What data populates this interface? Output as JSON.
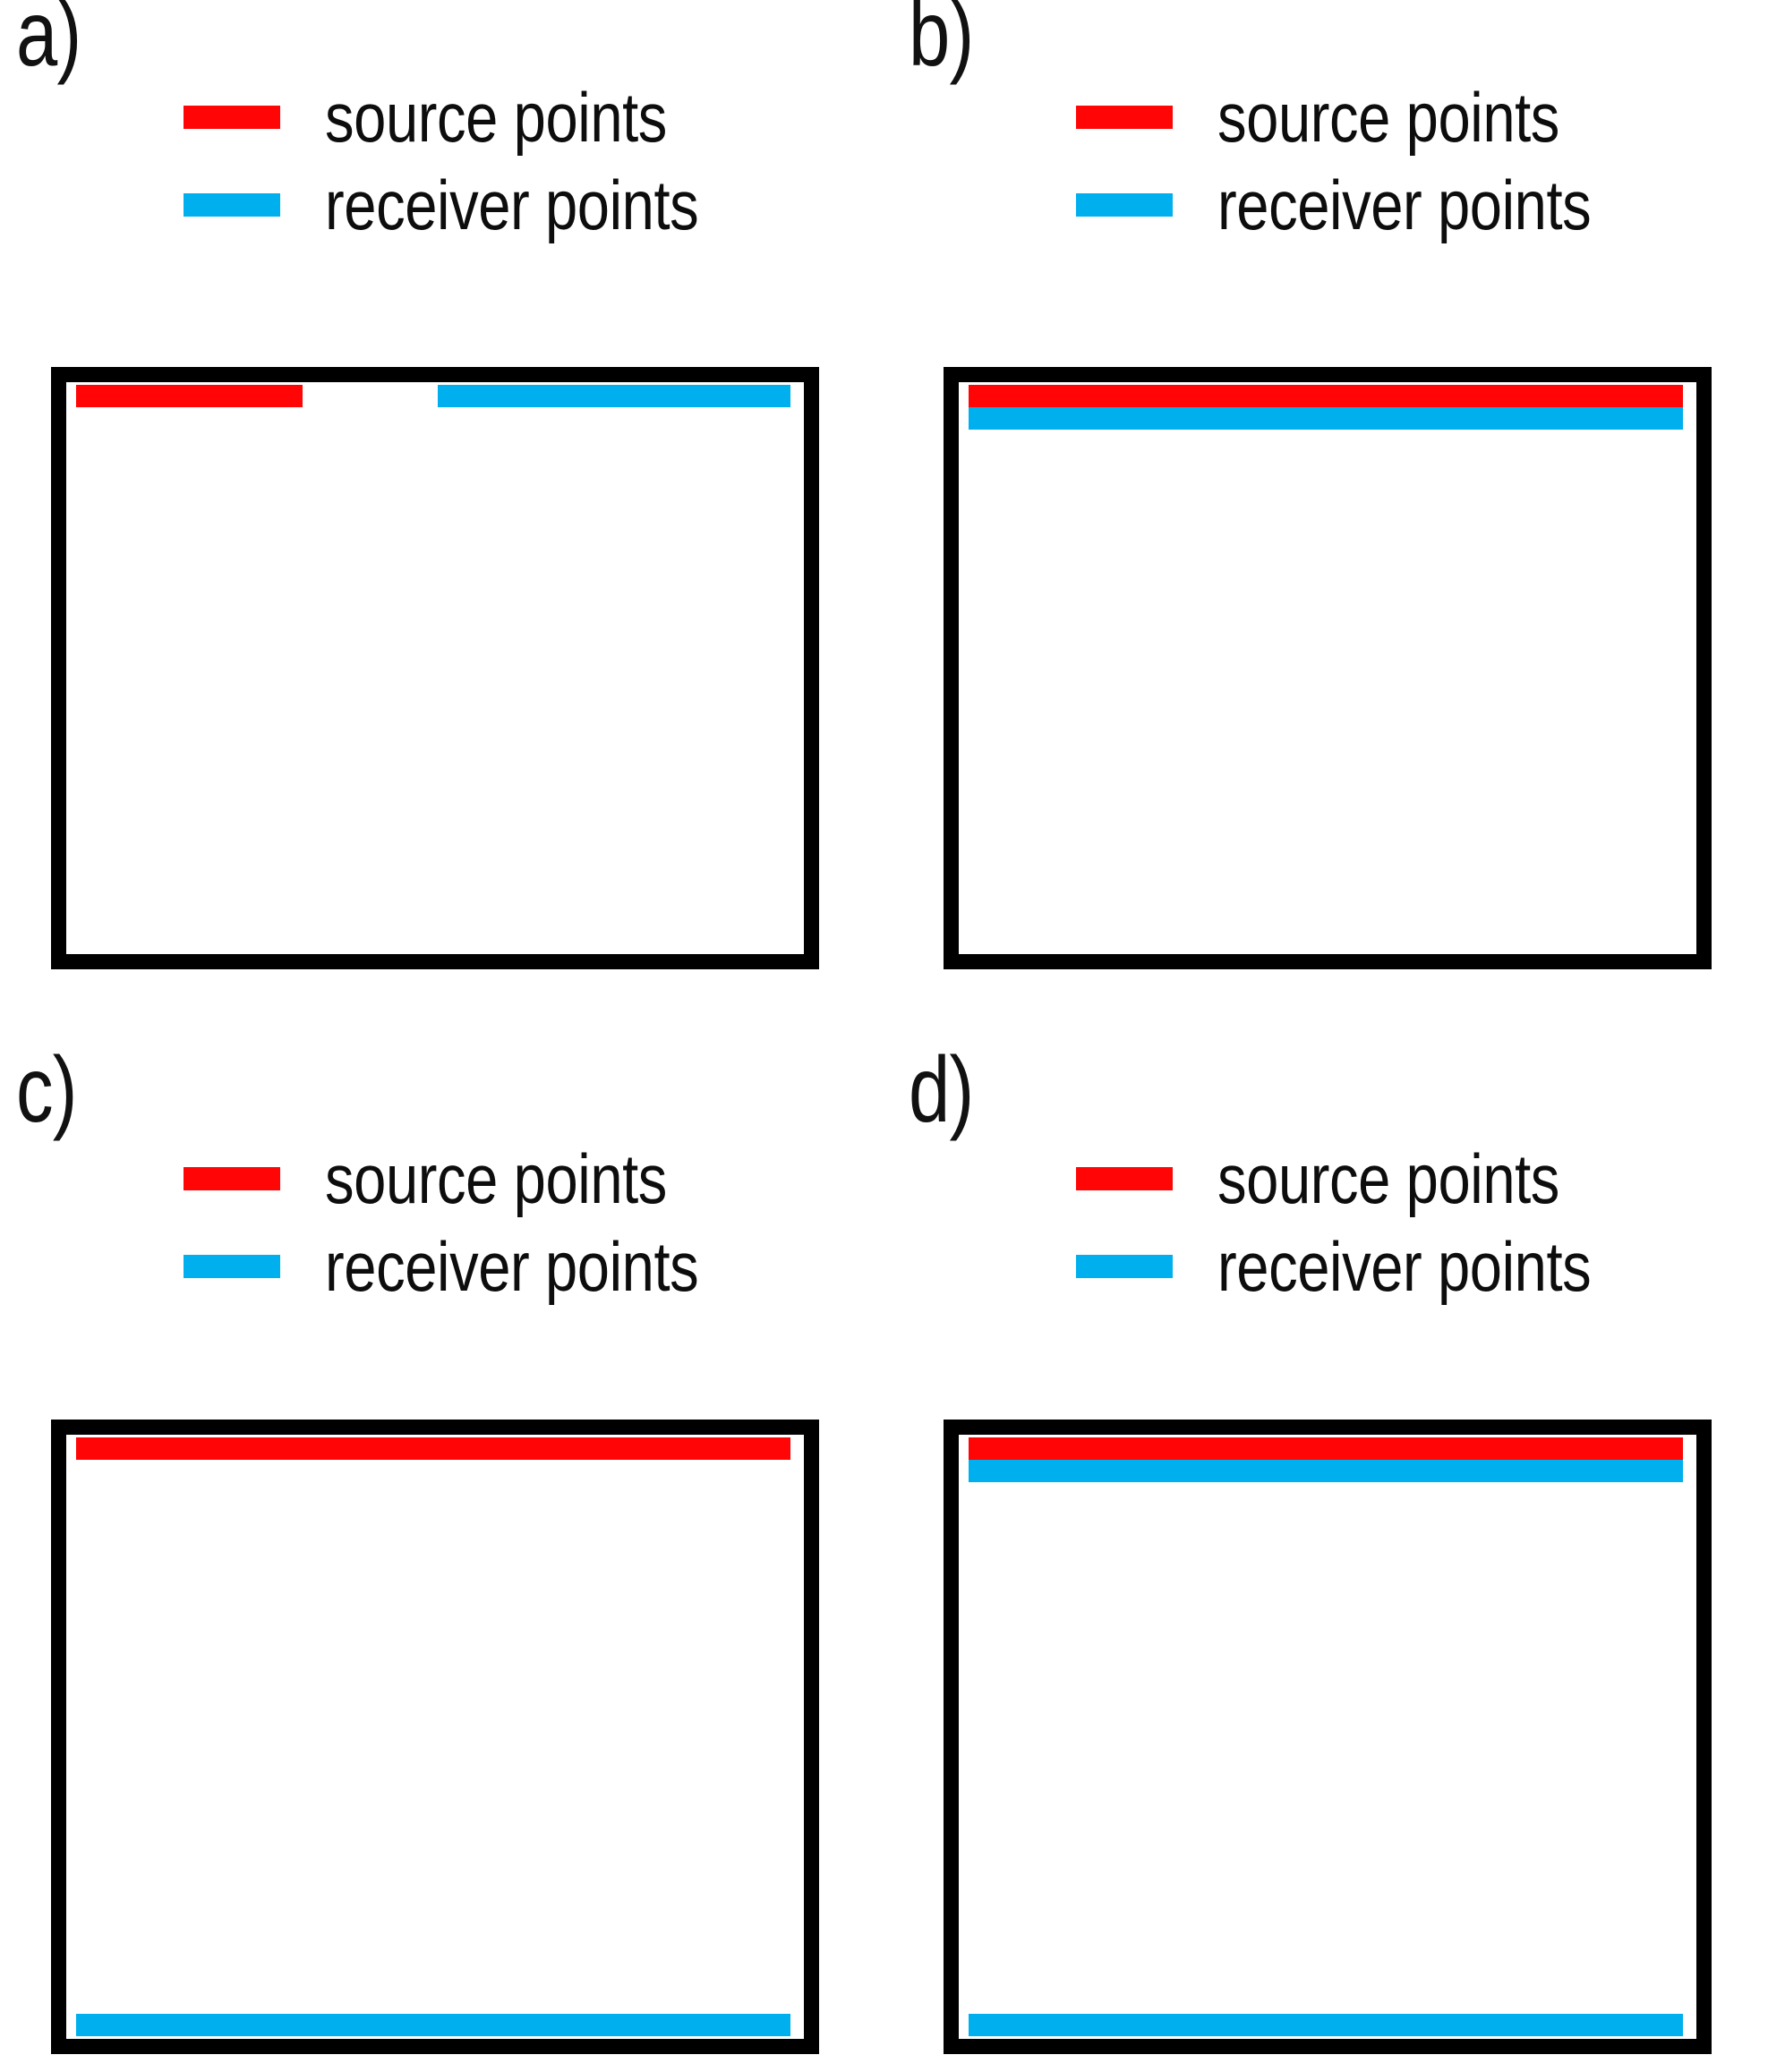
{
  "figure": {
    "background_color": "#ffffff",
    "panel_count": 4,
    "colors": {
      "source": "#ff0505",
      "receiver": "#00b0ee",
      "box_border": "#000000",
      "text": "#0d0d0d"
    }
  },
  "legend_labels": {
    "source": "source points",
    "receiver": "receiver points"
  },
  "panels": [
    {
      "id": "a",
      "label": "a)",
      "legend": {
        "source_label": "source points",
        "receiver_label": "receiver points"
      },
      "geometry": {
        "description": "split top surface: sources on left half, receivers on right half"
      }
    },
    {
      "id": "b",
      "label": "b)",
      "legend": {
        "source_label": "source points",
        "receiver_label": "receiver points"
      },
      "geometry": {
        "description": "full-width sources on top surface with full-width receivers immediately below"
      }
    },
    {
      "id": "c",
      "label": "c)",
      "legend": {
        "source_label": "source points",
        "receiver_label": "receiver points"
      },
      "geometry": {
        "description": "full-width sources on top surface, full-width receivers on bottom surface"
      }
    },
    {
      "id": "d",
      "label": "d)",
      "legend": {
        "source_label": "source points",
        "receiver_label": "receiver points"
      },
      "geometry": {
        "description": "full-width sources on top with receivers below, plus full-width receivers on bottom surface"
      }
    }
  ],
  "chart_data": {
    "type": "diagram",
    "title": "",
    "description": "Four seismic acquisition geometry sketches. Each panel shows a rectangular model domain with source points (red) and receiver points (blue) placed along its boundaries.",
    "legend_entries": [
      {
        "name": "source points",
        "color": "#ff0505"
      },
      {
        "name": "receiver points",
        "color": "#00b0ee"
      }
    ],
    "legend_position": "above each box",
    "x": [
      0,
      1
    ],
    "y": [
      0,
      1
    ],
    "xlabel": "",
    "ylabel": "",
    "grid": false,
    "panels": [
      {
        "id": "a",
        "label": "a)",
        "segments": [
          {
            "series": "source points",
            "edge": "top",
            "x_start": 0.0,
            "x_end": 0.31,
            "color": "#ff0505"
          },
          {
            "series": "receiver points",
            "edge": "top",
            "x_start": 0.5,
            "x_end": 1.0,
            "color": "#00b0ee"
          }
        ]
      },
      {
        "id": "b",
        "label": "b)",
        "segments": [
          {
            "series": "source points",
            "edge": "top",
            "x_start": 0.0,
            "x_end": 1.0,
            "color": "#ff0505",
            "row": 0
          },
          {
            "series": "receiver points",
            "edge": "top",
            "x_start": 0.0,
            "x_end": 1.0,
            "color": "#00b0ee",
            "row": 1
          }
        ]
      },
      {
        "id": "c",
        "label": "c)",
        "segments": [
          {
            "series": "source points",
            "edge": "top",
            "x_start": 0.0,
            "x_end": 1.0,
            "color": "#ff0505"
          },
          {
            "series": "receiver points",
            "edge": "bottom",
            "x_start": 0.0,
            "x_end": 1.0,
            "color": "#00b0ee"
          }
        ]
      },
      {
        "id": "d",
        "label": "d)",
        "segments": [
          {
            "series": "source points",
            "edge": "top",
            "x_start": 0.0,
            "x_end": 1.0,
            "color": "#ff0505",
            "row": 0
          },
          {
            "series": "receiver points",
            "edge": "top",
            "x_start": 0.0,
            "x_end": 1.0,
            "color": "#00b0ee",
            "row": 1
          },
          {
            "series": "receiver points",
            "edge": "bottom",
            "x_start": 0.0,
            "x_end": 1.0,
            "color": "#00b0ee"
          }
        ]
      }
    ]
  }
}
